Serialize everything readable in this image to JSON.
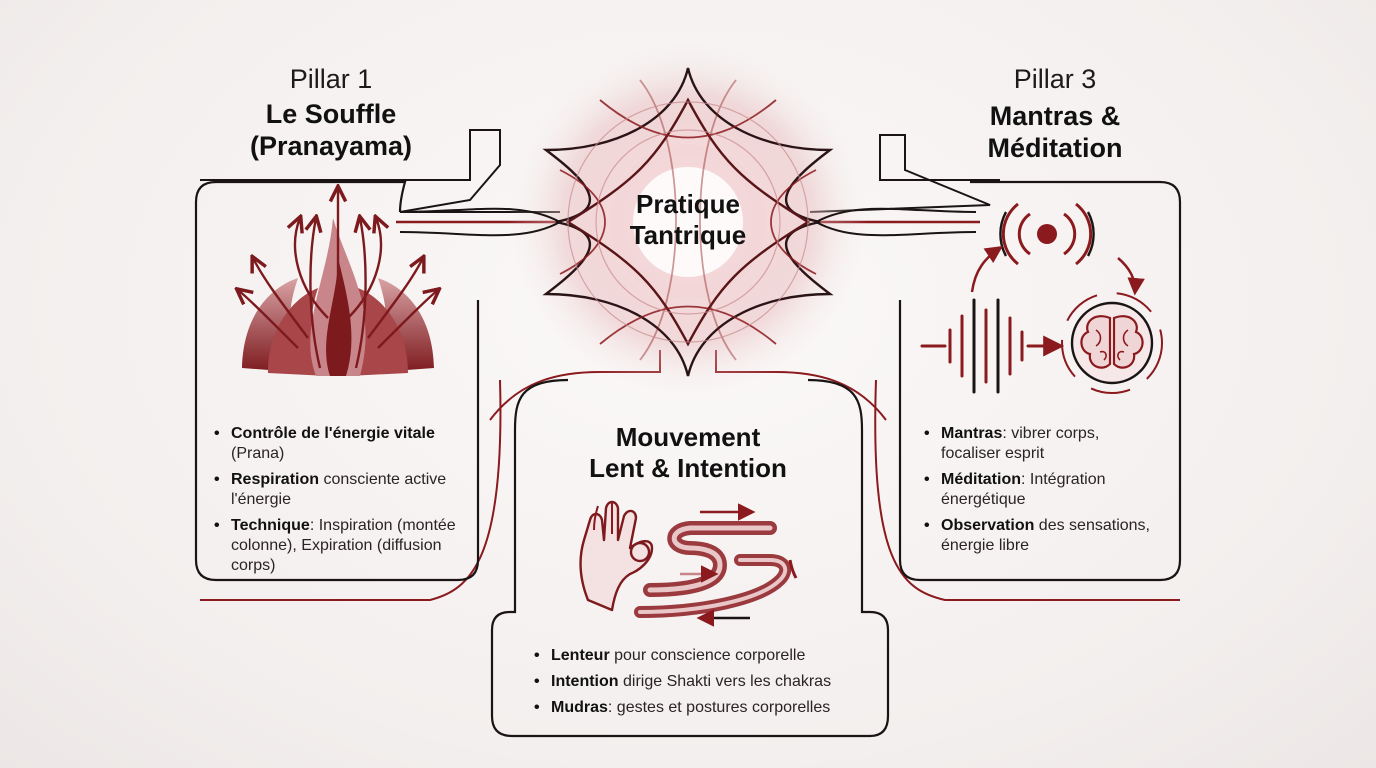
{
  "center": {
    "title_line1": "Pratique",
    "title_line2": "Tantrique"
  },
  "left": {
    "label": "Pillar 1",
    "title_line1": "Le Souffle",
    "title_line2": "(Pranayama)",
    "items": [
      {
        "bold": "Contrôle de l'énergie vitale",
        "rest": " (Prana)"
      },
      {
        "bold": "Respiration",
        "rest": " consciente active l'énergie"
      },
      {
        "bold": "Technique",
        "rest": ": Inspiration (montée colonne), Expiration (diffusion corps)"
      }
    ]
  },
  "right": {
    "label": "Pillar 3",
    "title_line1": "Mantras &",
    "title_line2": "Méditation",
    "items": [
      {
        "bold": "Mantras",
        "rest": ": vibrer corps, focaliser esprit"
      },
      {
        "bold": "Méditation",
        "rest": ": Intégration énergétique"
      },
      {
        "bold": "Observation",
        "rest": " des sensations, énergie libre"
      }
    ]
  },
  "bottom": {
    "title_line1": "Mouvement",
    "title_line2": "Lent & Intention",
    "items": [
      {
        "bold": "Lenteur",
        "rest": " pour conscience corporelle"
      },
      {
        "bold": "Intention",
        "rest": " dirige Shakti vers les chakras"
      },
      {
        "bold": "Mudras",
        "rest": ": gestes et postures corporelles"
      }
    ]
  },
  "colors": {
    "accent": "#8b1a1e",
    "accent_light": "#c9868a",
    "ink": "#1a1414"
  },
  "icons": [
    "flame-breath-icon",
    "sound-wave-brain-icon",
    "mudra-hand-flow-icon",
    "mandala-icon"
  ]
}
